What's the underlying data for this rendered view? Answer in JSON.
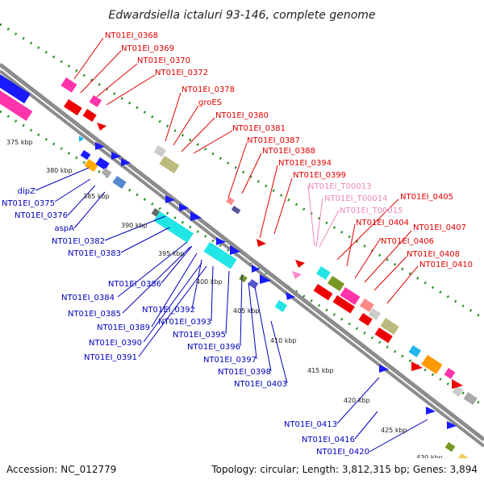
{
  "title": "Edwardsiella ictaluri 93-146, complete genome",
  "accession": "Accession: NC_012779",
  "topology": "Topology: circular; Length: 3,812,315 bp; Genes: 3,894",
  "colors": {
    "forward_label": "#e00000",
    "reverse_label": "#0000bb",
    "trna_label": "#ee88bb",
    "backbone": "#8c8c8c",
    "gc_dots": "#1f8f1f"
  },
  "ticks": [
    "375 kbp",
    "380 kbp",
    "385 kbp",
    "390 kbp",
    "395 kbp",
    "400 kbp",
    "405 kbp",
    "410 kbp",
    "415 kbp",
    "420 kbp",
    "425 kbp",
    "430 kbp"
  ],
  "forward_labels": [
    "NT01EI_0368",
    "NT01EI_0369",
    "NT01EI_0370",
    "NT01EI_0372",
    "NT01EI_0378",
    "groES",
    "NT01EI_0380",
    "NT01EI_0381",
    "NT01EI_0387",
    "NT01EI_0388",
    "NT01EI_0394",
    "NT01EI_0399",
    "NT01EI_0405",
    "NT01EI_0404",
    "NT01EI_0407",
    "NT01EI_0406",
    "NT01EI_0408",
    "NT01EI_0410"
  ],
  "trna_labels": [
    "NT01EI_T00013",
    "NT01EI_T00014",
    "NT01EI_T00015"
  ],
  "reverse_labels": [
    "dipZ",
    "NT01EI_0375",
    "NT01EI_0376",
    "aspA",
    "NT01EI_0382",
    "NT01EI_0383",
    "NT01EI_0386",
    "NT01EI_0384",
    "NT01EI_0385",
    "NT01EI_0392",
    "NT01EI_0389",
    "NT01EI_0393",
    "NT01EI_0390",
    "NT01EI_0395",
    "NT01EI_0391",
    "NT01EI_0396",
    "NT01EI_0397",
    "NT01EI_0398",
    "NT01EI_0403",
    "NT01EI_0413",
    "NT01EI_0416",
    "NT01EI_0420"
  ]
}
